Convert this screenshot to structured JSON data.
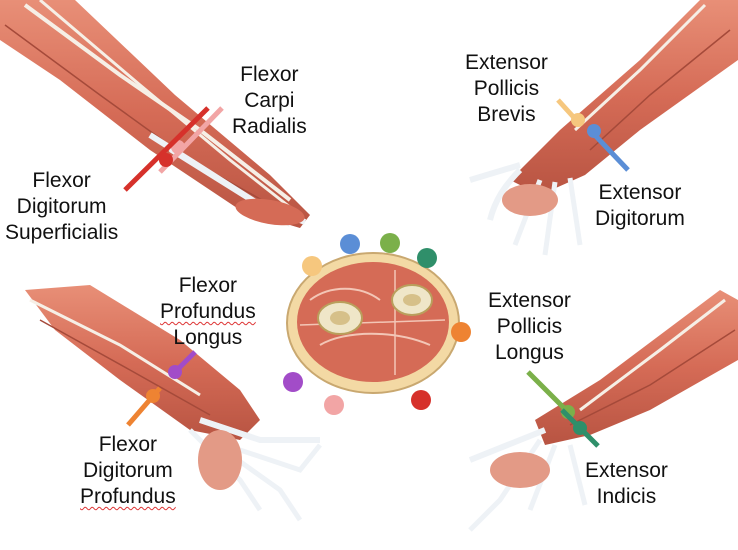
{
  "colors": {
    "muscle": "#d9735e",
    "muscle_dark": "#b65343",
    "muscle_light": "#ec9c84",
    "tendon": "#eef2f6",
    "skin_bg": "#f3ede4",
    "bone": "#efe6c8",
    "fat_ring": "#f3d9a4"
  },
  "labels": {
    "fcr": [
      "Flexor",
      "Carpi",
      "Radialis"
    ],
    "fds": [
      "Flexor",
      "Digitorum",
      "Superficialis"
    ],
    "epb": [
      "Extensor",
      "Pollicis",
      "Brevis"
    ],
    "ed": [
      "Extensor",
      "Digitorum"
    ],
    "fpl": [
      "Flexor",
      "Profundus",
      "Longus"
    ],
    "fdp": [
      "Flexor",
      "Digitorum",
      "Profundus"
    ],
    "epl": [
      "Extensor",
      "Pollicis",
      "Longus"
    ],
    "ei": [
      "Extensor",
      "Indicis"
    ]
  },
  "markers": [
    {
      "id": "fcr",
      "color": "#f2a5a5"
    },
    {
      "id": "fds",
      "color": "#d6312b"
    },
    {
      "id": "epb",
      "color": "#f6c77e"
    },
    {
      "id": "ed",
      "color": "#5b8ed6"
    },
    {
      "id": "fpl",
      "color": "#a24cc8"
    },
    {
      "id": "fdp",
      "color": "#ee8332"
    },
    {
      "id": "epl",
      "color": "#7bb04a"
    },
    {
      "id": "ei",
      "color": "#2f8f6a"
    }
  ]
}
